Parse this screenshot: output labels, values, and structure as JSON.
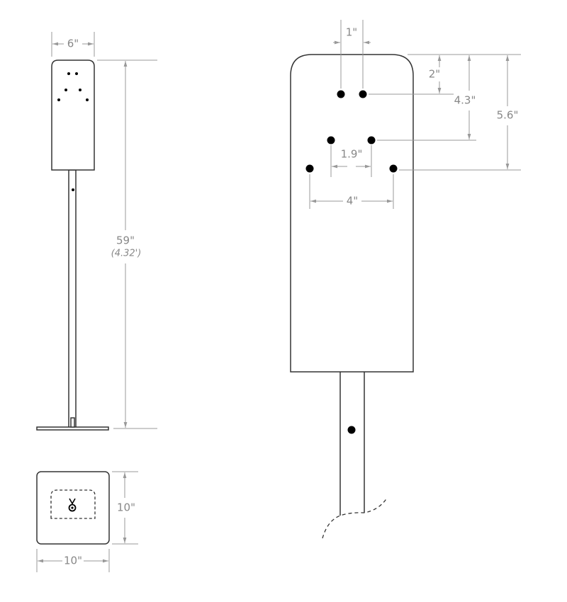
{
  "side_view": {
    "width_label": "6\"",
    "height_label": "59\"",
    "height_feet_label": "(4.32')"
  },
  "base_view": {
    "depth_label": "10\"",
    "width_label": "10\""
  },
  "detail_view": {
    "hole_spacing_top_label": "1\"",
    "top_row_offset_label": "2\"",
    "middle_row_offset_label": "4.3\"",
    "bottom_row_offset_label": "5.6\"",
    "middle_row_spacing_label": "1.9\"",
    "bottom_row_spacing_label": "4\""
  },
  "colors": {
    "outline": "#333333",
    "dimension": "#999999",
    "label": "#888888"
  }
}
